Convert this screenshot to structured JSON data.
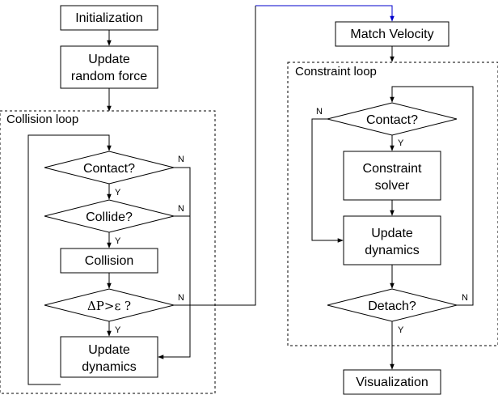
{
  "nodes": {
    "initialization": "Initialization",
    "update_random_force_1": "Update",
    "update_random_force_2": "random force",
    "collision_loop": "Collision loop",
    "contact_left": "Contact?",
    "collide": "Collide?",
    "collision": "Collision",
    "dp_check": "ΔP>ε ?",
    "update_dynamics_left_1": "Update",
    "update_dynamics_left_2": "dynamics",
    "match_velocity": "Match Velocity",
    "constraint_loop": "Constraint loop",
    "contact_right": "Contact?",
    "constraint_solver_1": "Constraint",
    "constraint_solver_2": "solver",
    "update_dynamics_right_1": "Update",
    "update_dynamics_right_2": "dynamics",
    "detach": "Detach?",
    "visualization": "Visualization"
  },
  "edge_labels": {
    "yes": "Y",
    "no": "N"
  },
  "colors": {
    "stroke": "#000000",
    "cross_edge": "#0000cc",
    "background": "#ffffff"
  }
}
